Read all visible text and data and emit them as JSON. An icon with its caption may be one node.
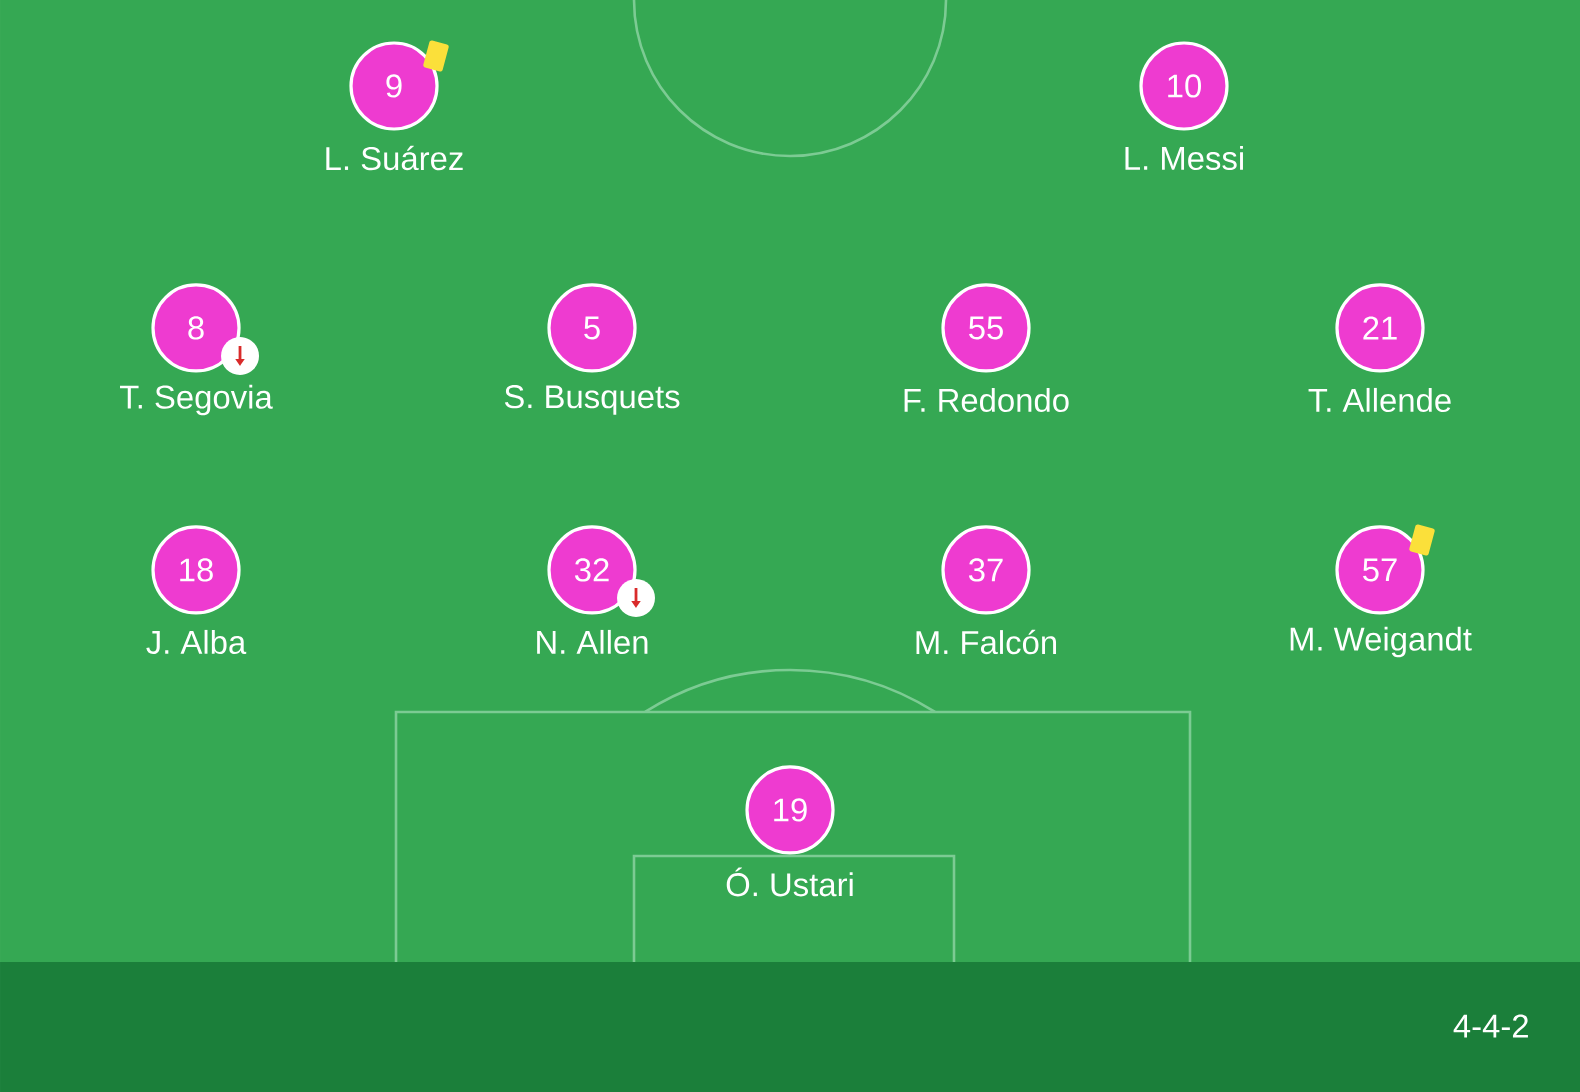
{
  "diagram": {
    "nodes": [
      {
        "text": [
          "9"
        ],
        "beside": [
          "L. Suárez"
        ]
      },
      {
        "text": [
          "10"
        ],
        "beside": [
          "L. Messi"
        ]
      },
      {
        "text": [
          "8"
        ],
        "beside": [
          "T. Segovia"
        ]
      },
      {
        "text": [
          "5"
        ],
        "beside": [
          "S. Busquets"
        ]
      },
      {
        "text": [
          "55"
        ],
        "beside": [
          "F. Redondo"
        ]
      },
      {
        "text": [
          "21"
        ],
        "beside": [
          "T. Allende"
        ]
      },
      {
        "text": [
          "18"
        ],
        "beside": [
          "J. Alba"
        ]
      },
      {
        "text": [
          "32"
        ],
        "beside": [
          "N. Allen"
        ]
      },
      {
        "text": [
          "37"
        ],
        "beside": [
          "M. Falcón"
        ]
      },
      {
        "text": [
          "57"
        ],
        "beside": [
          "M. Weigandt"
        ]
      },
      {
        "text": [
          "19"
        ],
        "beside": [
          "Ó. Ustari"
        ]
      }
    ],
    "labels": [
      "4-4-2"
    ]
  }
}
